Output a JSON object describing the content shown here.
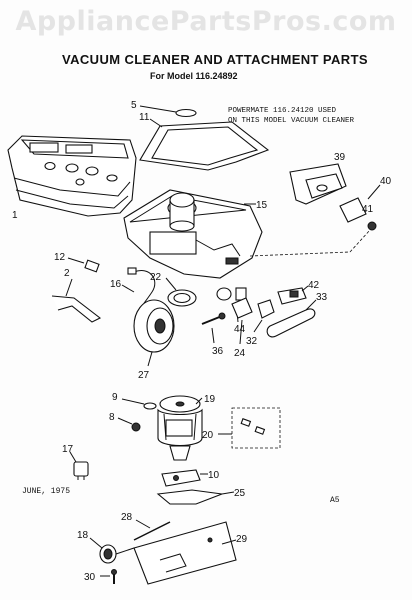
{
  "watermark": "AppliancePartsPros.com",
  "title": "VACUUM CLEANER AND ATTACHMENT PARTS",
  "subtitle": "For Model 116.24892",
  "note_line1": "POWERMATE 116.24120 USED",
  "note_line2": "ON THIS MODEL VACUUM CLEANER",
  "date": "JUNE, 1975",
  "ref_code": "A5",
  "part_numbers": {
    "p1": "1",
    "p2": "2",
    "p5": "5",
    "p8": "8",
    "p9": "9",
    "p10": "10",
    "p11": "11",
    "p12": "12",
    "p15": "15",
    "p16": "16",
    "p17": "17",
    "p18": "18",
    "p19": "19",
    "p20": "20",
    "p22": "22",
    "p24": "24",
    "p25": "25",
    "p27": "27",
    "p28": "28",
    "p29": "29",
    "p30": "30",
    "p32": "32",
    "p33": "33",
    "p36": "36",
    "p39": "39",
    "p40": "40",
    "p41": "41",
    "p42": "42",
    "p44": "44"
  }
}
